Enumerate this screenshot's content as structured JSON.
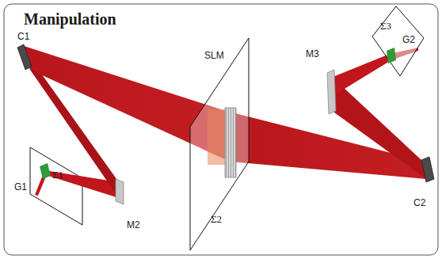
{
  "diagram": {
    "title": "Manipulation",
    "labels": [
      "C1",
      "G1",
      "Σ1",
      "M2",
      "SLM",
      "Σ2",
      "M3",
      "Σ3",
      "G2",
      "C2"
    ]
  }
}
